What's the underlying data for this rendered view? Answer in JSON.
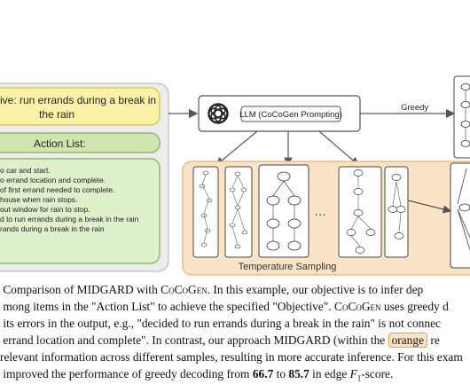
{
  "figure": {
    "objective_text_1": "ive: run errands during a break in",
    "objective_text_2": "the rain",
    "action_list_title": "Action List:",
    "actions": [
      "o car and start.",
      "o errand location and complete.",
      "of first errand needed to complete.",
      "house when rain stops.",
      "out window for rain to stop.",
      "d to run errands during a break in the rain",
      "rands during a break in the rain"
    ],
    "llm_label": "LLM (CoCoGen Prompting)",
    "greedy_label": "Greedy",
    "ellipsis": "…",
    "sampling_label": "Temperature Sampling",
    "colors": {
      "objective_fill": "#fbf1a8",
      "objective_stroke": "#d9c95a",
      "action_fill": "#cfe6b0",
      "action_stroke": "#8fb86a",
      "panel_fill": "#ededed",
      "sampling_fill": "#fbe3c7",
      "sampling_stroke": "#e0b37a"
    },
    "icons": [
      "openai-logo-icon"
    ]
  },
  "caption": {
    "l1a": "Comparison of MIDGARD with ",
    "l1b": "CoCoGen",
    "l1c": ". In this example, our objective is to infer dep",
    "l2": "mong items in the \"Action List\" to achieve the specified \"Objective\". ",
    "l2b": "CoCoGen",
    "l2c": " uses greedy d",
    "l3": "its errors in the output, e.g., \"decided to run errands during a break in the rain\" is not connec",
    "l4a": "errand location and complete\". In contrast, our approach MIDGARD (within the ",
    "l4hl": "orange",
    "l4b": " re",
    "l5": " relevant information across different samples, resulting in more accurate inference. For this exam",
    "l6a": "improved the performance of greedy decoding from ",
    "l6v1": "66.7",
    "l6m": " to ",
    "l6v2": "85.7",
    "l6c": " in edge ",
    "l6f": "F",
    "l6sub": "1",
    "l6d": "-score."
  }
}
